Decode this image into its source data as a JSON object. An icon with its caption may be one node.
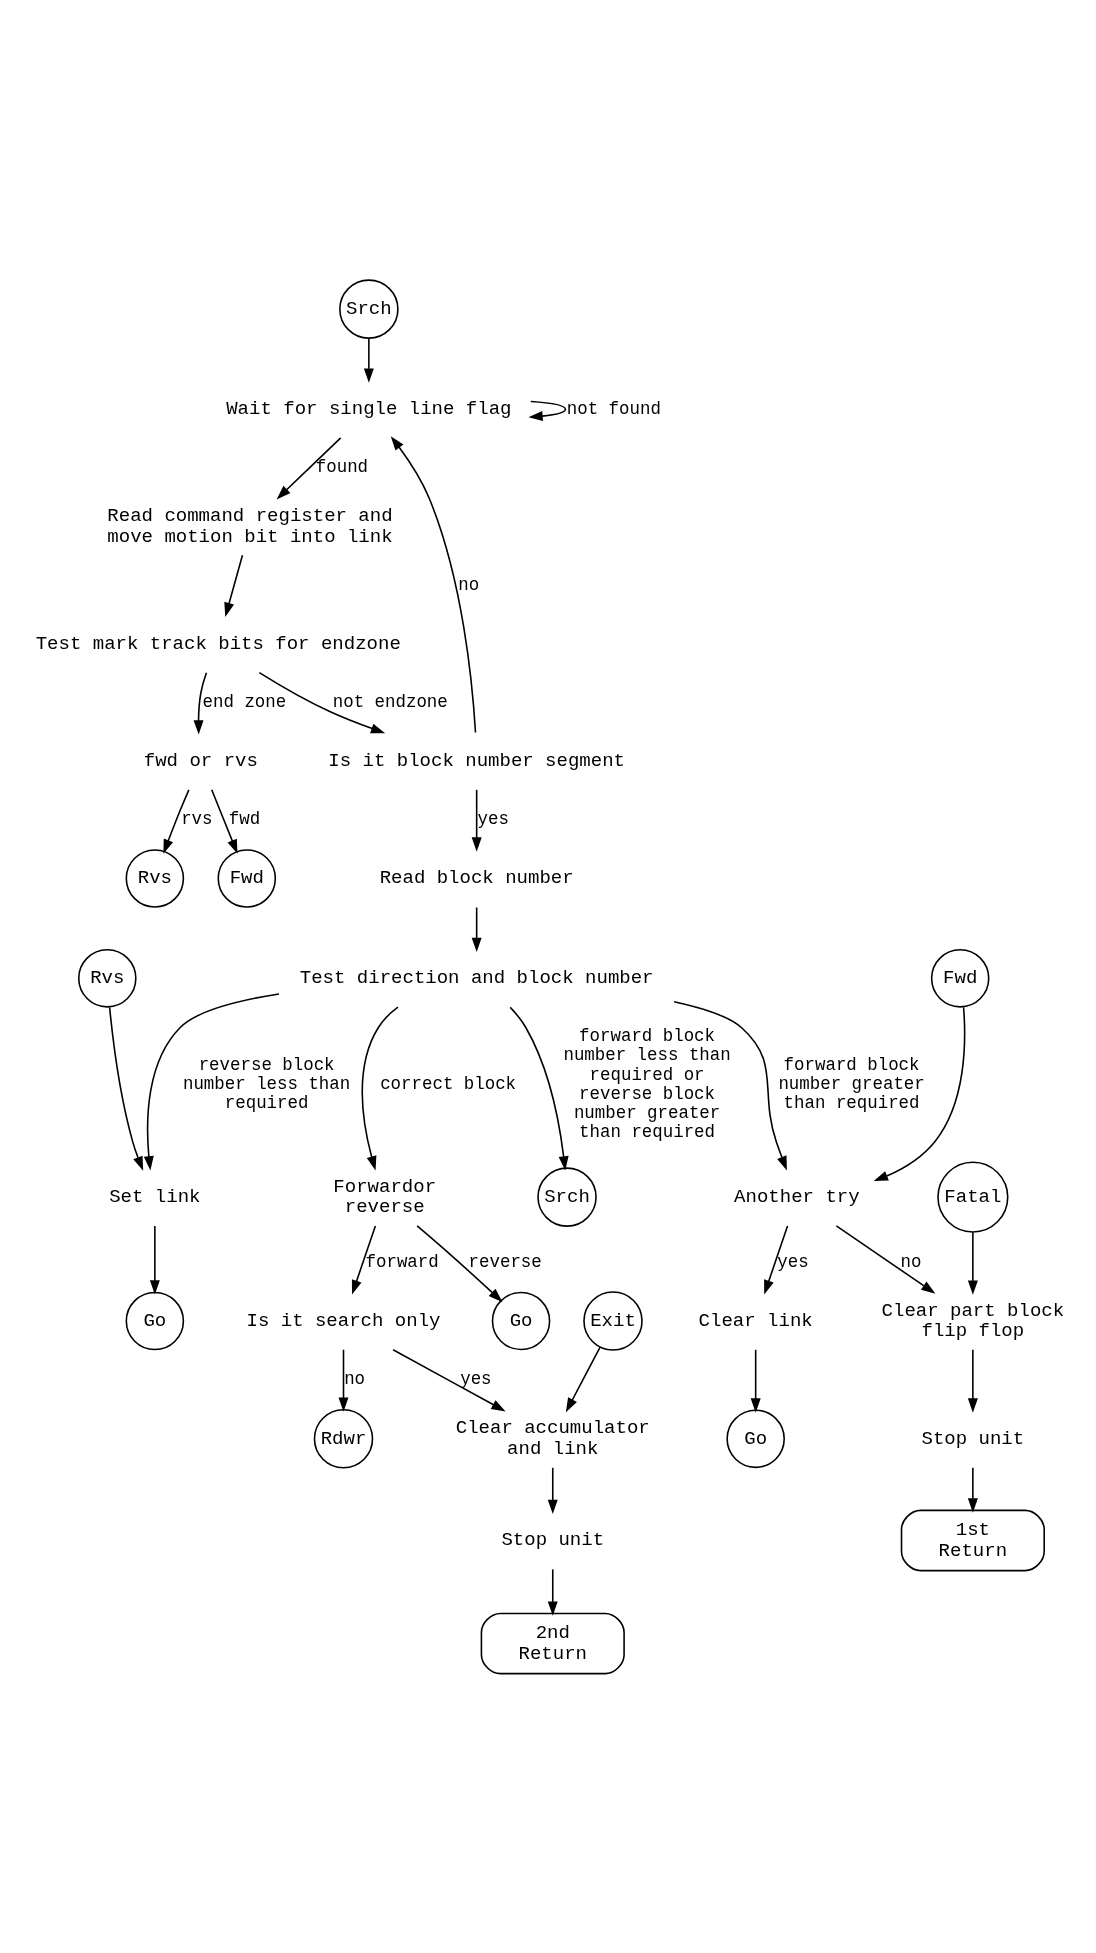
{
  "diagram": {
    "nodes": [
      {
        "text": [
          "Srch"
        ]
      },
      {
        "text": [
          "Wait for single line flag"
        ]
      },
      {
        "text": [
          "Read command register and move motion bit into link"
        ]
      },
      {
        "text": [
          "Test mark track bits for endzone"
        ]
      },
      {
        "text": [
          "Is it block number segment"
        ]
      },
      {
        "text": [
          "Read block number"
        ]
      },
      {
        "text": [
          "Test direction and block number"
        ]
      },
      {
        "text": [
          "fwd or rvs"
        ]
      },
      {
        "text": [
          "Fwd"
        ]
      },
      {
        "text": [
          "Rvs"
        ]
      },
      {
        "text": [
          "Srch"
        ]
      },
      {
        "text": [
          "Rvs"
        ]
      },
      {
        "text": [
          "Set link"
        ]
      },
      {
        "text": [
          "Go"
        ]
      },
      {
        "text": [
          "Fwd"
        ]
      },
      {
        "text": [
          "Another try"
        ]
      },
      {
        "text": [
          "Clear link"
        ]
      },
      {
        "text": [
          "Go"
        ]
      },
      {
        "text": [
          "Fatal"
        ]
      },
      {
        "text": [
          "Clear part block flip flop"
        ]
      },
      {
        "text": [
          "Stop unit"
        ]
      },
      {
        "text": [
          "1st Return"
        ]
      },
      {
        "text": [
          "Forwardor reverse"
        ]
      },
      {
        "text": [
          "Go"
        ]
      },
      {
        "text": [
          "Is it search only"
        ]
      },
      {
        "text": [
          "Exit"
        ]
      },
      {
        "text": [
          "Clear accumulator and link"
        ]
      },
      {
        "text": [
          "Stop unit"
        ]
      },
      {
        "text": [
          "2nd Return"
        ]
      },
      {
        "text": [
          "Rdwr"
        ]
      }
    ],
    "edges": [
      {
        "from": 0,
        "to": 1,
        "arrow": "to"
      },
      {
        "from": 1,
        "to": 1,
        "arrow": "to",
        "label": "not found"
      },
      {
        "from": 1,
        "to": 2,
        "arrow": "to",
        "label": "found"
      },
      {
        "from": 2,
        "to": 3,
        "arrow": "to"
      },
      {
        "from": 3,
        "to": 7,
        "arrow": "to",
        "label": "end zone"
      },
      {
        "from": 3,
        "to": 4,
        "arrow": "to",
        "label": "not endzone"
      },
      {
        "from": 4,
        "to": 1,
        "arrow": "to",
        "label": "no"
      },
      {
        "from": 4,
        "to": 5,
        "arrow": "to",
        "label": "yes"
      },
      {
        "from": 5,
        "to": 6,
        "arrow": "to"
      },
      {
        "from": 7,
        "to": 8,
        "arrow": "to",
        "label": "fwd"
      },
      {
        "from": 7,
        "to": 9,
        "arrow": "to",
        "label": "rvs"
      },
      {
        "from": 6,
        "to": 10,
        "arrow": "to",
        "label": "forward block number less than required or reverse block number greater than required"
      },
      {
        "from": 6,
        "to": 15,
        "arrow": "to",
        "label": "forward block number greater than required"
      },
      {
        "from": 14,
        "to": 15,
        "arrow": "to"
      },
      {
        "from": 6,
        "to": 12,
        "arrow": "to",
        "label": "reverse block number less than required"
      },
      {
        "from": 11,
        "to": 12,
        "arrow": "to"
      },
      {
        "from": 12,
        "to": 13,
        "arrow": "to"
      },
      {
        "from": 6,
        "to": 22,
        "arrow": "to",
        "label": "correct block"
      },
      {
        "from": 15,
        "to": 19,
        "arrow": "to",
        "label": "no"
      },
      {
        "from": 18,
        "to": 19,
        "arrow": "to"
      },
      {
        "from": 15,
        "to": 16,
        "arrow": "to",
        "label": "yes"
      },
      {
        "from": 16,
        "to": 17,
        "arrow": "to"
      },
      {
        "from": 19,
        "to": 20,
        "arrow": "to"
      },
      {
        "from": 20,
        "to": 21,
        "arrow": "to"
      },
      {
        "from": 22,
        "to": 24,
        "arrow": "to",
        "label": "forward"
      },
      {
        "from": 22,
        "to": 23,
        "arrow": "to",
        "label": "reverse"
      },
      {
        "from": 24,
        "to": 29,
        "arrow": "to",
        "label": "no"
      },
      {
        "from": 24,
        "to": 26,
        "arrow": "to",
        "label": "yes"
      },
      {
        "from": 25,
        "to": 26,
        "arrow": "to"
      },
      {
        "from": 26,
        "to": 27,
        "arrow": "to"
      },
      {
        "from": 27,
        "to": 28,
        "arrow": "to"
      }
    ]
  }
}
